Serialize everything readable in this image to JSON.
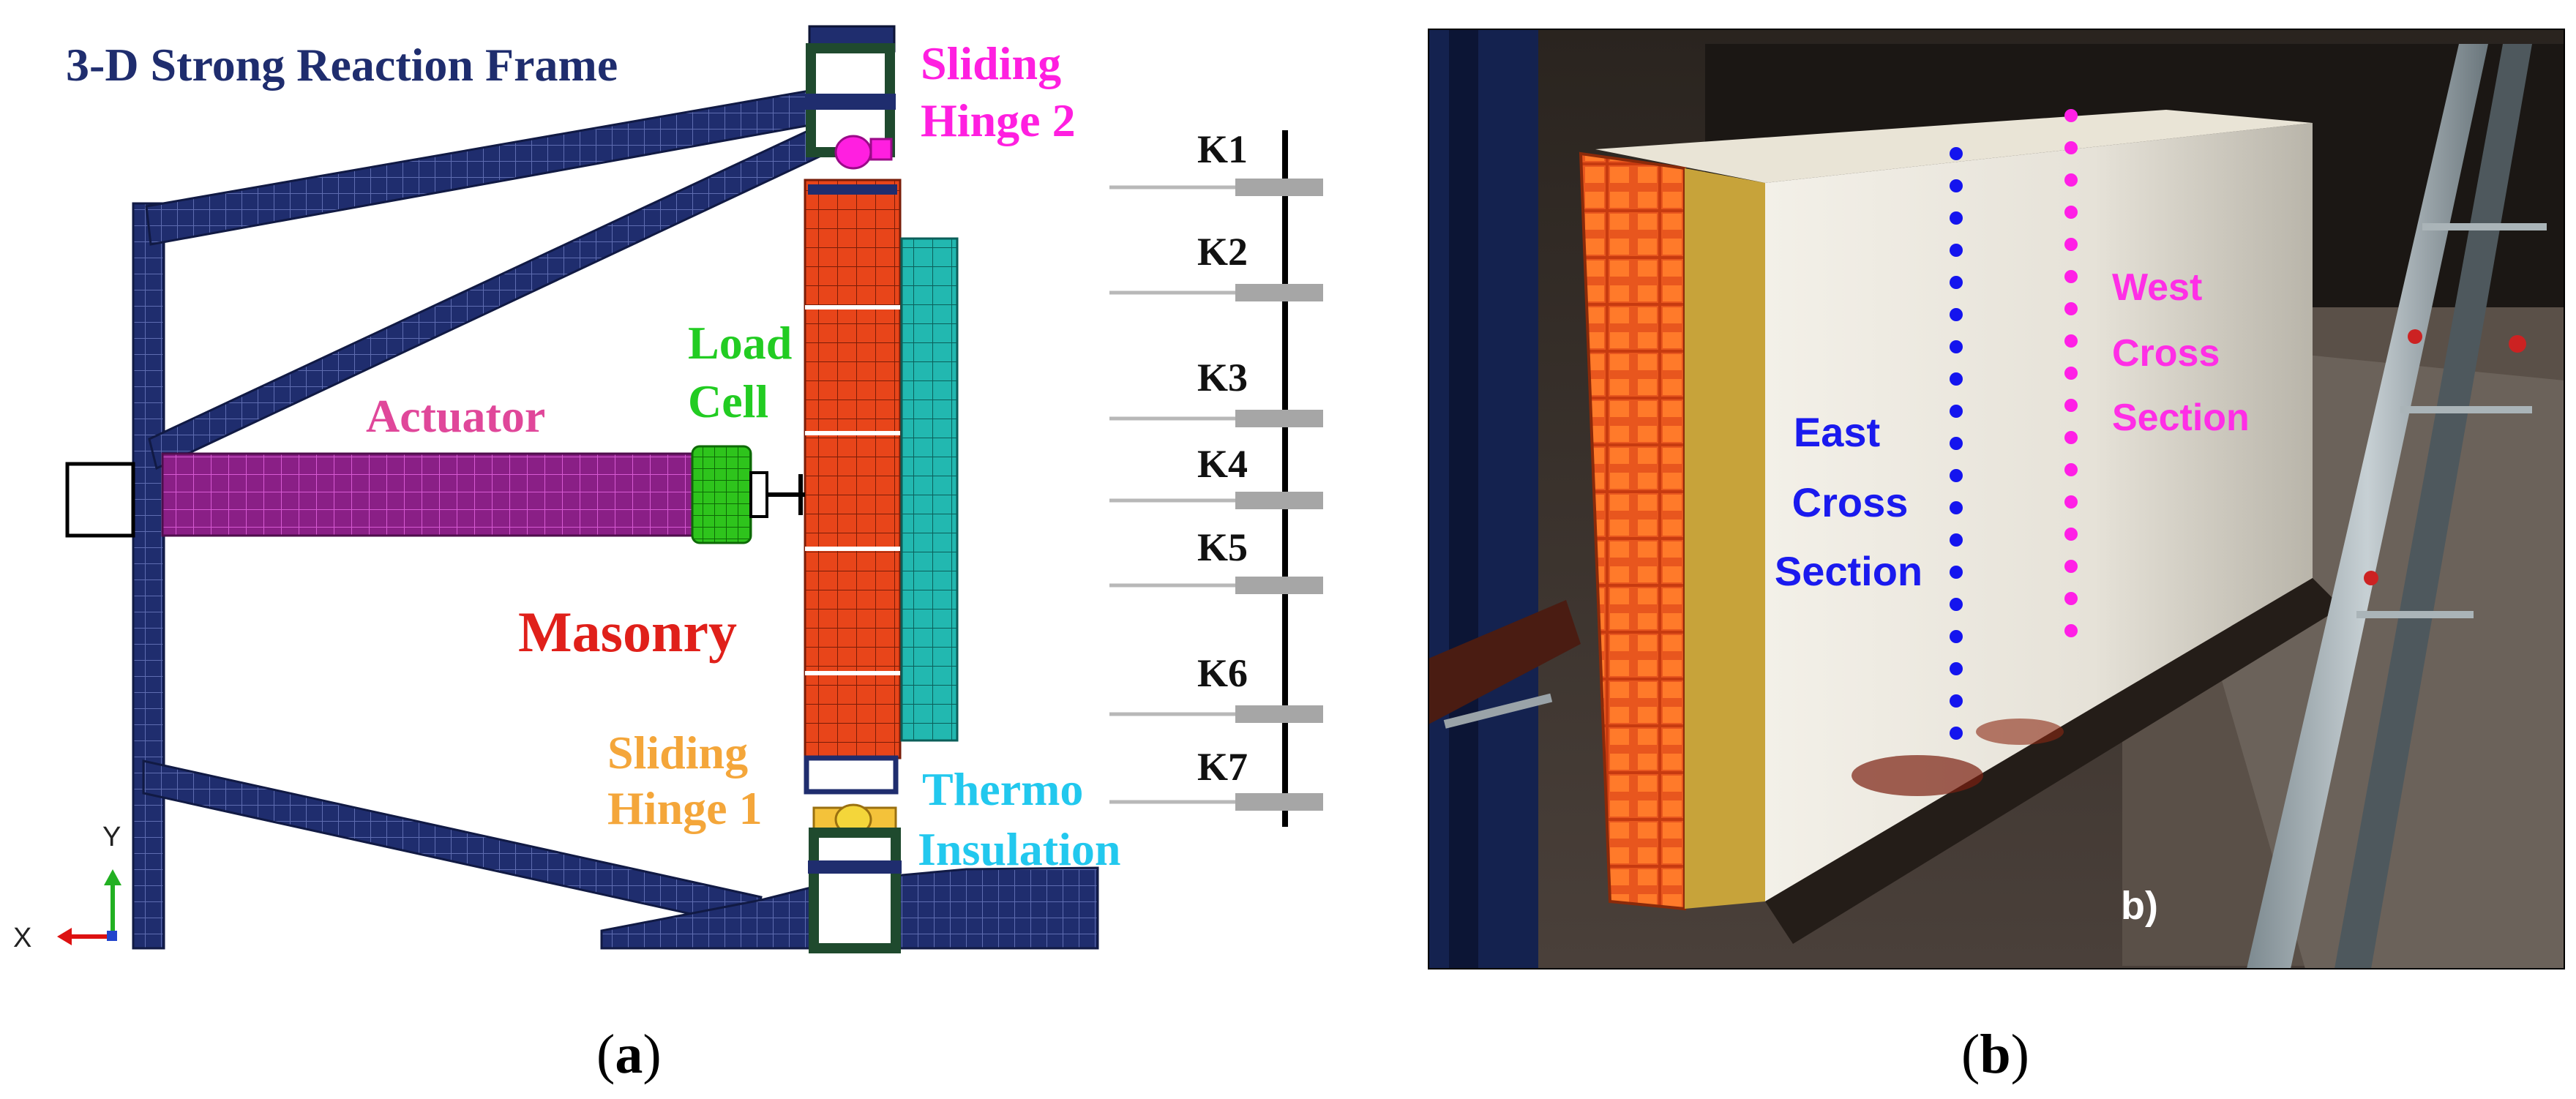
{
  "panel_a": {
    "labels": {
      "frame": "3-D Strong Reaction Frame",
      "hinge2_line1": "Sliding",
      "hinge2_line2": "Hinge 2",
      "load_line1": "Load",
      "load_line2": "Cell",
      "actuator": "Actuator",
      "masonry": "Masonry",
      "hinge1_line1": "Sliding",
      "hinge1_line2": "Hinge 1",
      "thermo_line1": "Thermo",
      "thermo_line2": "Insulation",
      "axis_y": "Y",
      "axis_x": "X"
    },
    "sensors": [
      "K1",
      "K2",
      "K3",
      "K4",
      "K5",
      "K6",
      "K7"
    ]
  },
  "panel_b": {
    "labels": {
      "east_line1": "East",
      "east_line2": "Cross",
      "east_line3": "Section",
      "west_line1": "West",
      "west_line2": "Cross",
      "west_line3": "Section",
      "panel_tag": "b)"
    }
  },
  "captions": {
    "a_open": "(",
    "a_letter": "a",
    "a_close": ")",
    "b_open": "(",
    "b_letter": "b",
    "b_close": ")"
  },
  "colors": {
    "frame": "#1f2d6e",
    "masonry": "#e8451a",
    "insulation": "#22b8b0",
    "actuator": "#8a1f86",
    "load_cell": "#2ec41c",
    "hinge1": "#f4a63a",
    "hinge2": "#ff1fe0",
    "label_actuator": "#e0479a",
    "label_load": "#22cc22",
    "label_masonry": "#e0201a",
    "label_thermo": "#22c8ee",
    "dots_east": "#1414ee",
    "dots_west": "#ff1fe6"
  }
}
